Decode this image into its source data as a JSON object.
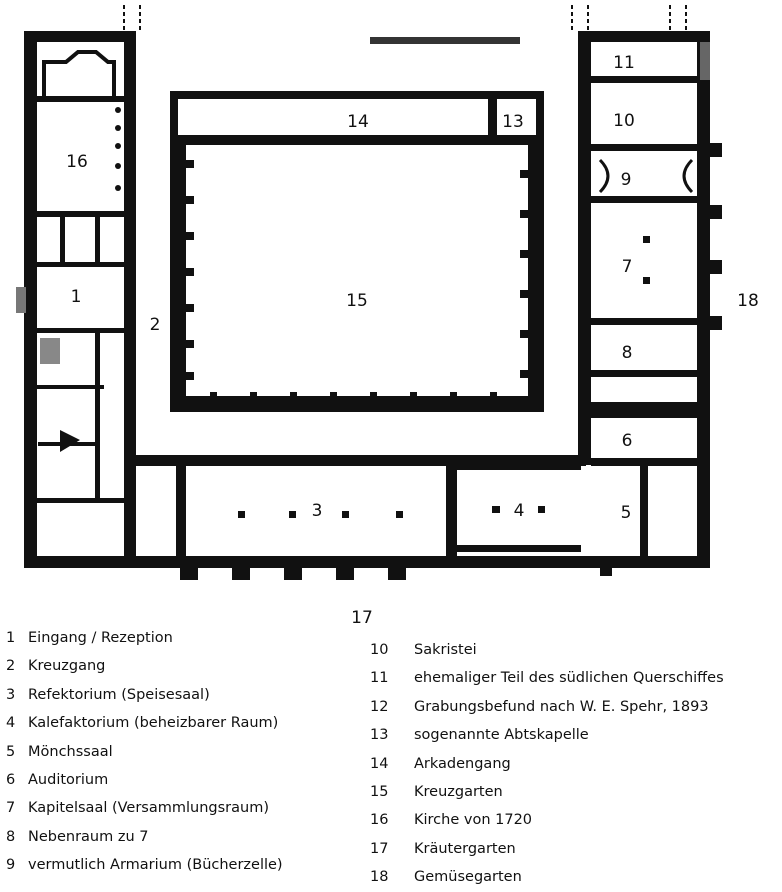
{
  "plan": {
    "rooms": {
      "r1": "1",
      "r2": "2",
      "r3": "3",
      "r4": "4",
      "r5": "5",
      "r6": "6",
      "r7": "7",
      "r8": "8",
      "r9": "9",
      "r10": "10",
      "r11": "11",
      "r13": "13",
      "r14": "14",
      "r15": "15",
      "r16": "16",
      "r17": "17",
      "r18": "18"
    }
  },
  "legend": {
    "left": [
      {
        "key": "1",
        "label": "Eingang / Rezeption"
      },
      {
        "key": "2",
        "label": "Kreuzgang"
      },
      {
        "key": "3",
        "label": "Refektorium (Speisesaal)"
      },
      {
        "key": "4",
        "label": "Kalefaktorium (beheizbarer Raum)"
      },
      {
        "key": "5",
        "label": "Mönchssaal"
      },
      {
        "key": "6",
        "label": "Auditorium"
      },
      {
        "key": "7",
        "label": "Kapitelsaal (Versammlungsraum)"
      },
      {
        "key": "8",
        "label": "Nebenraum zu 7"
      },
      {
        "key": "9",
        "label": "vermutlich Armarium (Bücherzelle)"
      }
    ],
    "right": [
      {
        "key": "10",
        "label": "Sakristei"
      },
      {
        "key": "11",
        "label": "ehemaliger Teil des südlichen Querschiffes"
      },
      {
        "key": "12",
        "label": "Grabungsbefund nach W. E. Spehr, 1893"
      },
      {
        "key": "13",
        "label": "sogenannte Abtskapelle"
      },
      {
        "key": "14",
        "label": "Arkadengang"
      },
      {
        "key": "15",
        "label": "Kreuzgarten"
      },
      {
        "key": "16",
        "label": "Kirche von 1720"
      },
      {
        "key": "17",
        "label": "Kräutergarten"
      },
      {
        "key": "18",
        "label": "Gemüsegarten"
      }
    ]
  }
}
